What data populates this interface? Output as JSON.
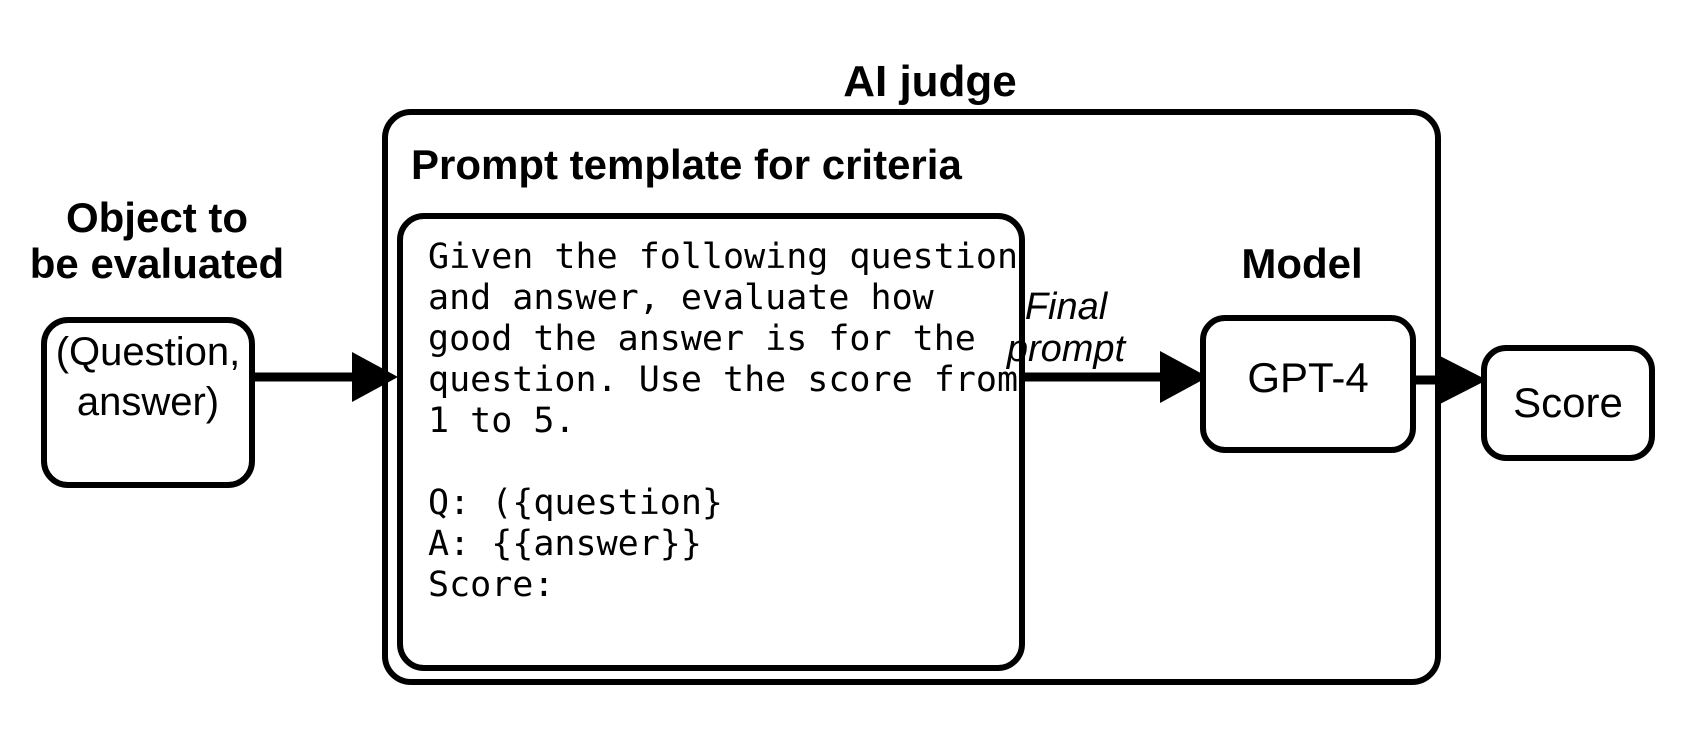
{
  "diagram": {
    "type": "flow-diagram",
    "title": "AI judge",
    "background_color": "#ffffff",
    "stroke_color": "#000000",
    "input": {
      "caption_line1": "Object to",
      "caption_line2": "be evaluated",
      "box_line1": "(Question,",
      "box_line2": "answer)"
    },
    "ai_judge": {
      "title": "AI judge",
      "prompt_template_heading": "Prompt template for criteria",
      "prompt_lines": [
        "Given the following question",
        "and answer, evaluate how",
        "good the answer is for the",
        "question. Use the score from",
        "1 to 5.",
        "",
        "Q: ({question}",
        "A: {{answer}}",
        "Score:"
      ]
    },
    "edge_labels": {
      "final_prompt_line1": "Final",
      "final_prompt_line2": "prompt"
    },
    "model": {
      "caption": "Model",
      "box_label": "GPT-4"
    },
    "output": {
      "box_label": "Score"
    }
  }
}
